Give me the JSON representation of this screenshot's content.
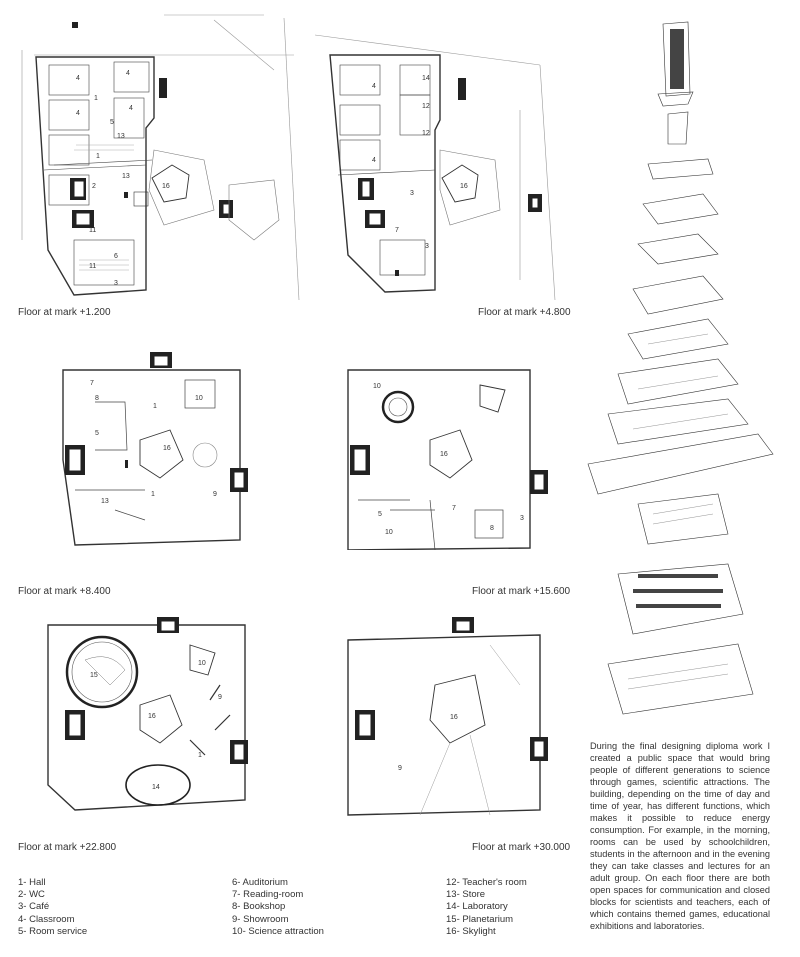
{
  "captions": {
    "f1": "Floor at mark +1.200",
    "f2": "Floor at mark +4.800",
    "f3": "Floor at mark +8.400",
    "f4": "Floor at mark +15.600",
    "f5": "Floor at mark +22.800",
    "f6": "Floor at mark +30.000"
  },
  "legend": {
    "col1": [
      "1- Hall",
      "2- WC",
      "3- Café",
      "4- Classroom",
      "5- Room service"
    ],
    "col2": [
      "6- Auditorium",
      "7- Reading-room",
      "8- Bookshop",
      "9- Showroom",
      "10- Science attraction"
    ],
    "col3": [
      "12- Teacher's room",
      "13- Store",
      "14- Laboratory",
      "15- Planetarium",
      "16- Skylight"
    ]
  },
  "description": "During the final designing diploma work I created a public space that would bring people of different generations to science through games, scientific attractions. The building, depending on the time of day and time of year, has different functions, which makes it possible to reduce energy consumption. For example, in the morning, rooms can be used by schoolchildren, students in the afternoon and in the evening they can take classes and lectures for an adult group. On each floor there are both open spaces for communication and closed blocks for scientists and teachers, each of which contains themed games, educational exhibitions and laboratories.",
  "room_labels": {
    "f1": [
      "4",
      "1",
      "4",
      "13",
      "4",
      "4",
      "1",
      "13",
      "2",
      "16",
      "11",
      "11",
      "6",
      "3",
      "5"
    ],
    "f2": [
      "4",
      "14",
      "12",
      "12",
      "4",
      "16",
      "3",
      "7",
      "3"
    ],
    "f3": [
      "7",
      "8",
      "1",
      "10",
      "5",
      "16",
      "1",
      "9",
      "13"
    ],
    "f4": [
      "10",
      "16",
      "5",
      "10",
      "7",
      "8",
      "3"
    ],
    "f5": [
      "15",
      "10",
      "9",
      "16",
      "1",
      "14"
    ],
    "f6": [
      "16",
      "9"
    ]
  }
}
